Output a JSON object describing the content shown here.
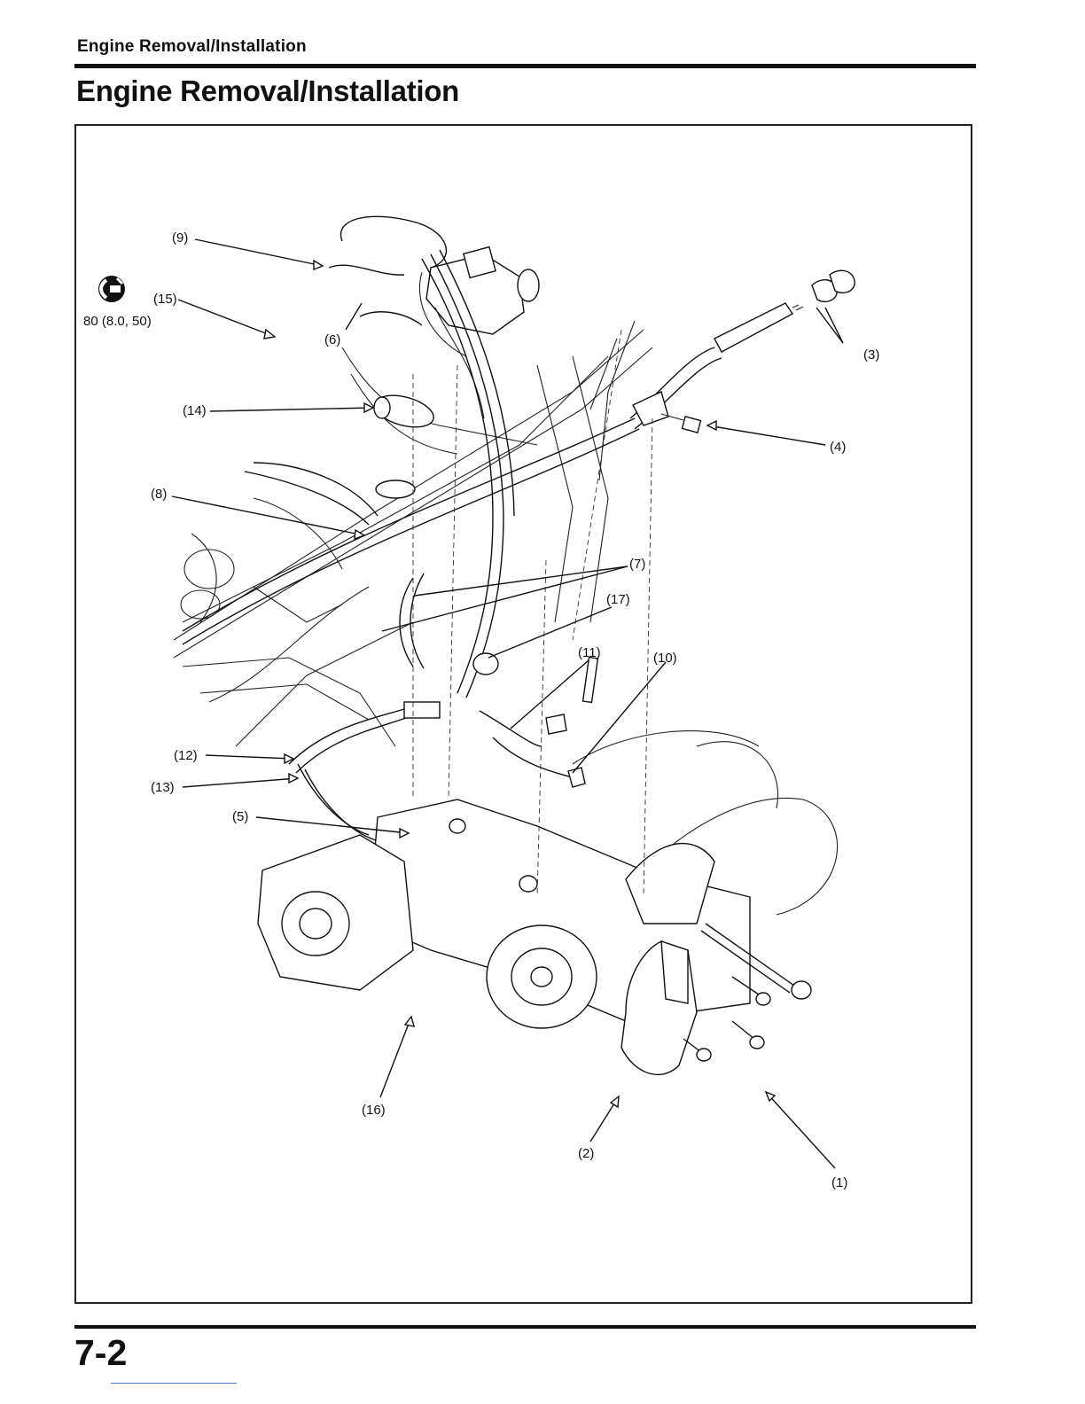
{
  "header": {
    "running_head": "Engine Removal/Installation"
  },
  "title": "Engine Removal/Installation",
  "figure": {
    "torque_icon": "torque-wrench-icon",
    "torque_spec": "80 (8.0, 50)",
    "callouts": {
      "c1": "(1)",
      "c2": "(2)",
      "c3": "(3)",
      "c4": "(4)",
      "c5": "(5)",
      "c6": "(6)",
      "c7": "(7)",
      "c8": "(8)",
      "c9": "(9)",
      "c10": "(10)",
      "c11": "(11)",
      "c12": "(12)",
      "c13": "(13)",
      "c14": "(14)",
      "c15": "(15)",
      "c16": "(16)",
      "c17": "(17)"
    }
  },
  "footer": {
    "page_number": "7-2"
  }
}
